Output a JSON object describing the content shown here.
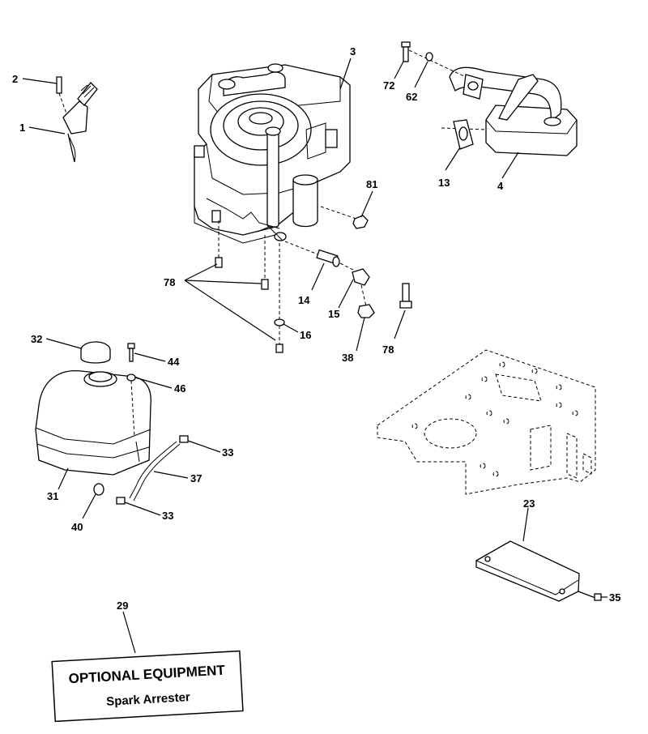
{
  "callouts": [
    {
      "id": "c3",
      "text": "3"
    },
    {
      "id": "c2",
      "text": "2"
    },
    {
      "id": "c1",
      "text": "1"
    },
    {
      "id": "c72",
      "text": "72"
    },
    {
      "id": "c62",
      "text": "62"
    },
    {
      "id": "c13",
      "text": "13"
    },
    {
      "id": "c4",
      "text": "4"
    },
    {
      "id": "c81",
      "text": "81"
    },
    {
      "id": "c78a",
      "text": "78"
    },
    {
      "id": "c14",
      "text": "14"
    },
    {
      "id": "c15",
      "text": "15"
    },
    {
      "id": "c16",
      "text": "16"
    },
    {
      "id": "c38",
      "text": "38"
    },
    {
      "id": "c78b",
      "text": "78"
    },
    {
      "id": "c32",
      "text": "32"
    },
    {
      "id": "c44",
      "text": "44"
    },
    {
      "id": "c46",
      "text": "46"
    },
    {
      "id": "c33a",
      "text": "33"
    },
    {
      "id": "c37",
      "text": "37"
    },
    {
      "id": "c31",
      "text": "31"
    },
    {
      "id": "c40",
      "text": "40"
    },
    {
      "id": "c33b",
      "text": "33"
    },
    {
      "id": "c23",
      "text": "23"
    },
    {
      "id": "c35",
      "text": "35"
    },
    {
      "id": "c29",
      "text": "29"
    }
  ],
  "optional_box": {
    "title": "OPTIONAL EQUIPMENT",
    "subtitle": "Spark Arrester"
  }
}
